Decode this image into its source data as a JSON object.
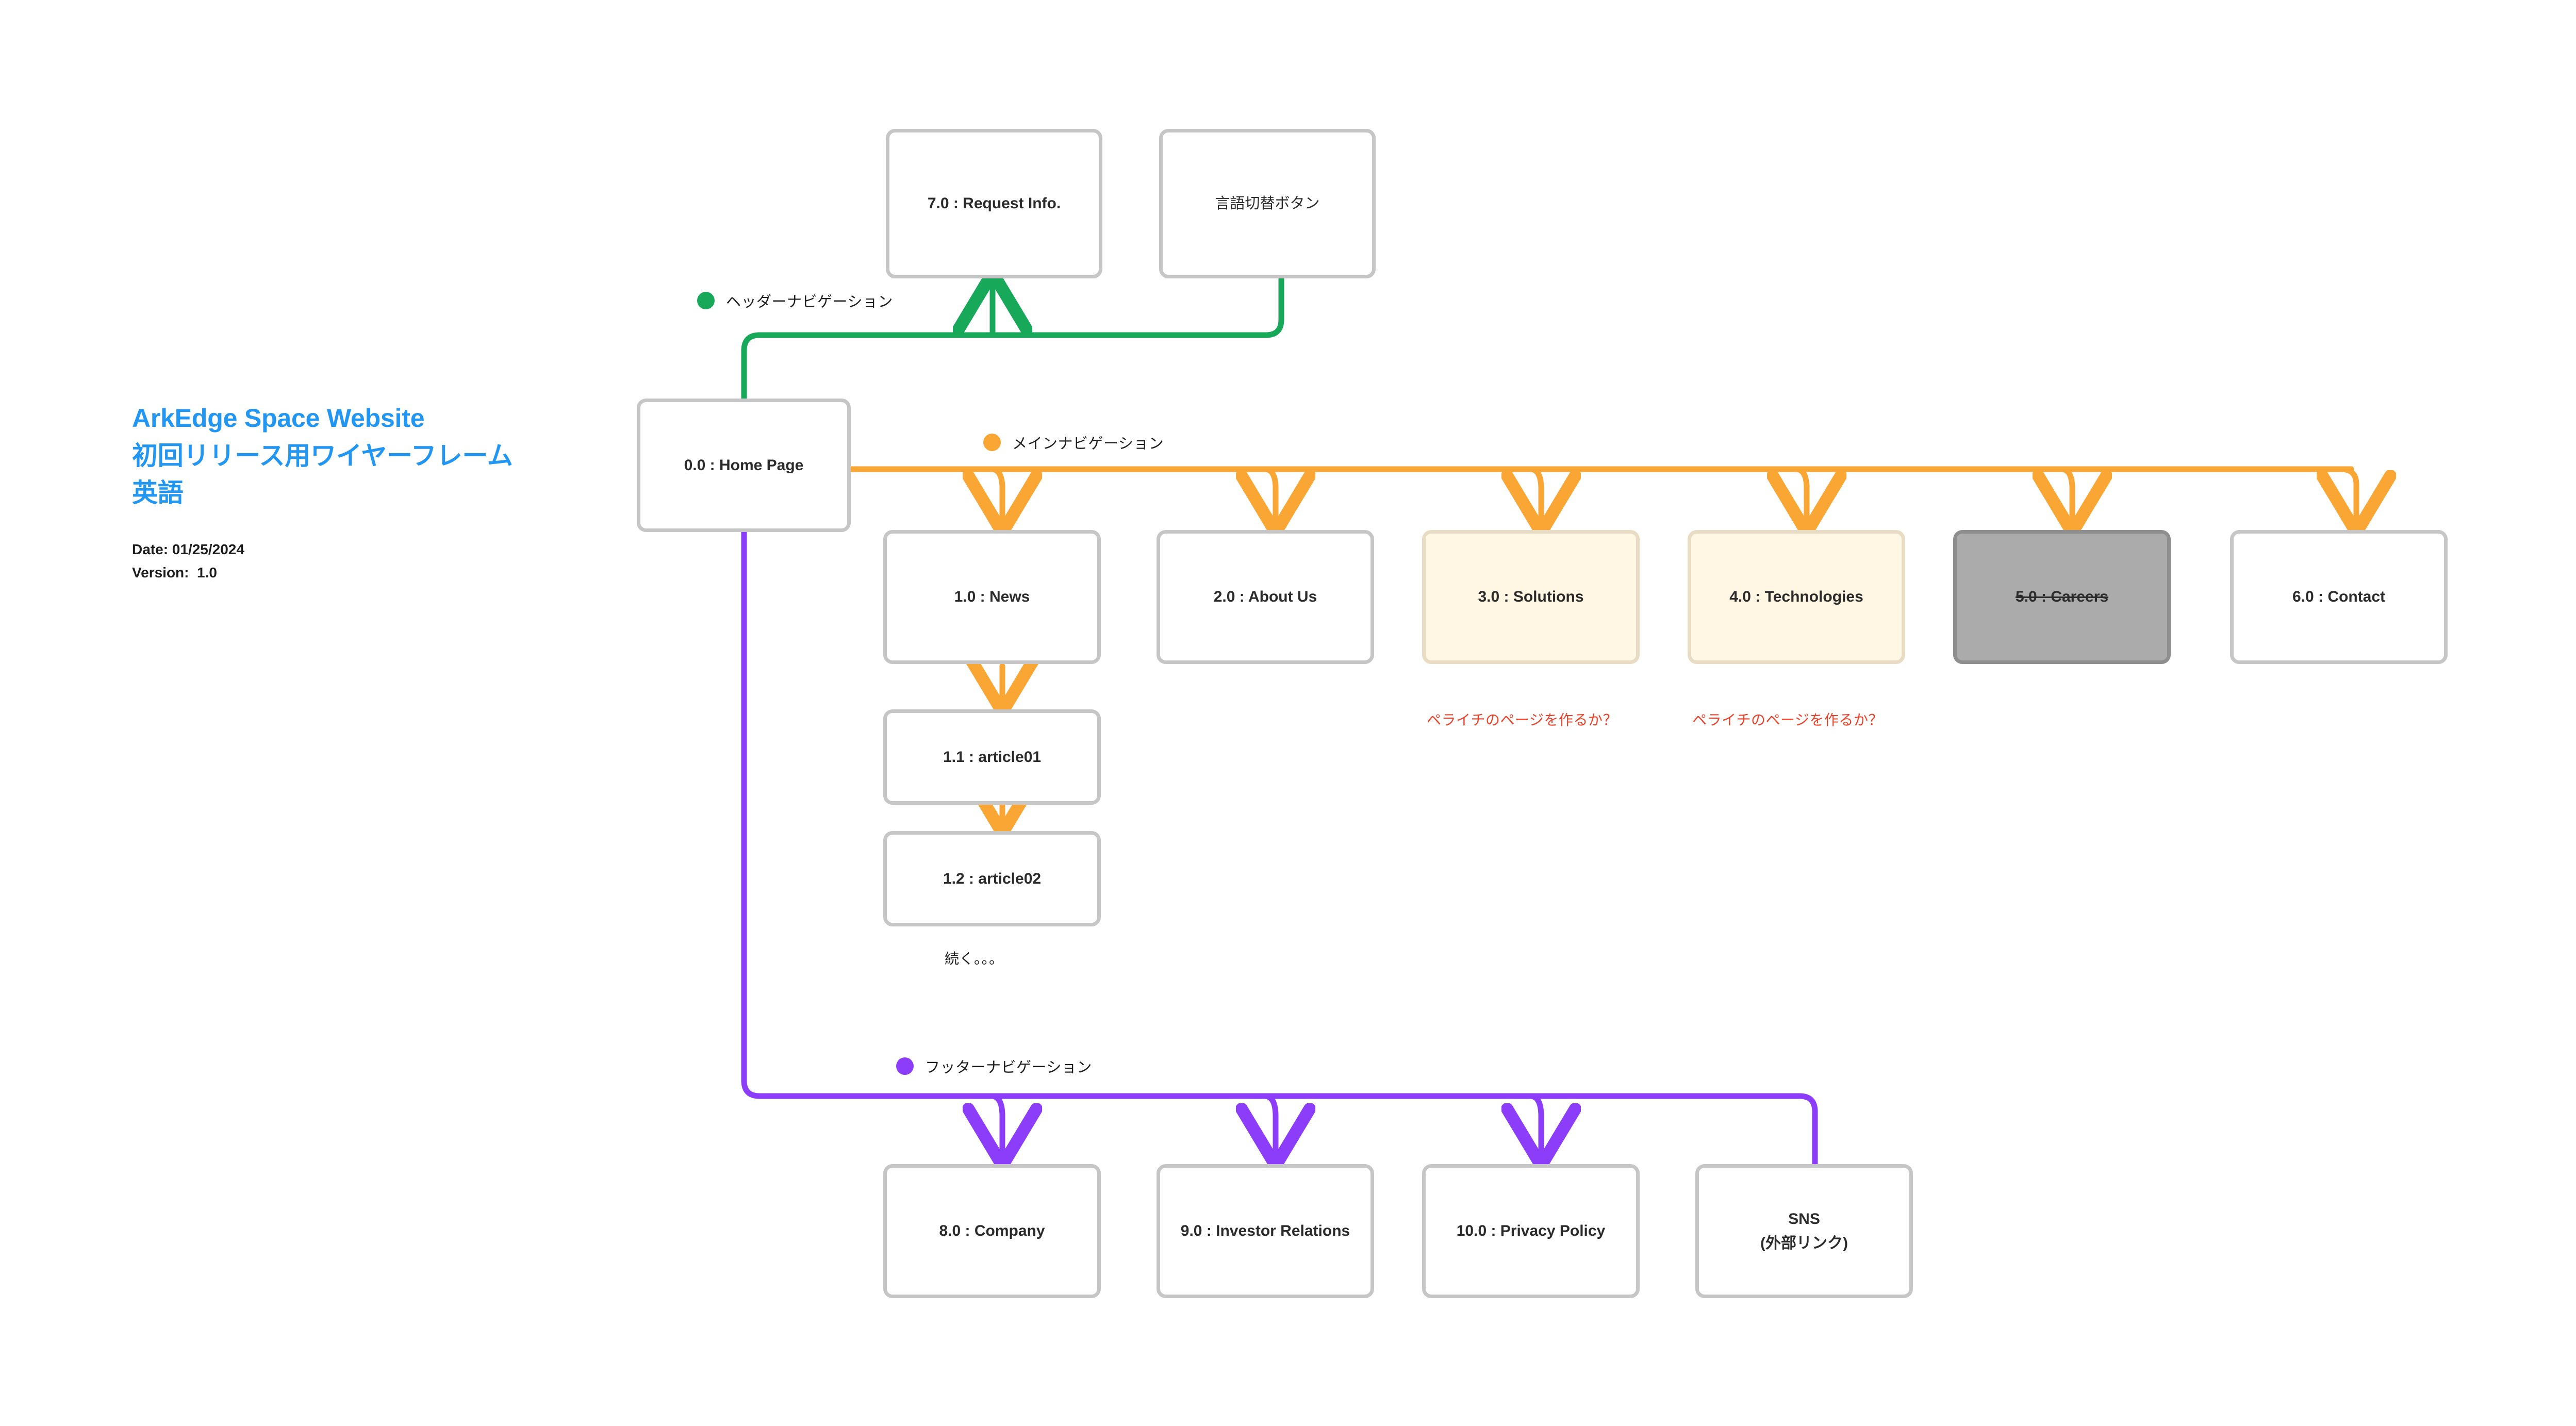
{
  "document": {
    "title_lines": [
      "ArkEdge Space Website",
      "初回リリース用ワイヤーフレーム",
      "英語"
    ],
    "date_label": "Date: 01/25/2024",
    "version_label": "Version:  1.0",
    "title_color": "#2196F3"
  },
  "legends": [
    {
      "id": "header-nav",
      "label": "ヘッダーナビゲーション",
      "color": "#17A85A"
    },
    {
      "id": "main-nav",
      "label": "メインナビゲーション",
      "color": "#FAA634"
    },
    {
      "id": "footer-nav",
      "label": "フッターナビゲーション",
      "color": "#8B3DFA"
    }
  ],
  "nodes": {
    "home": {
      "label": "0.0 : Home Page"
    },
    "request_info": {
      "label": "7.0 : Request Info."
    },
    "language_toggle": {
      "label": "言語切替ボタン"
    },
    "news": {
      "label": "1.0 : News"
    },
    "about_us": {
      "label": "2.0 : About Us"
    },
    "solutions": {
      "label": "3.0 : Solutions"
    },
    "technologies": {
      "label": "4.0 : Technologies"
    },
    "careers": {
      "label": "5.0 : Careers"
    },
    "contact": {
      "label": "6.0 : Contact"
    },
    "article01": {
      "label": "1.1 : article01"
    },
    "article02": {
      "label": "1.2 : article02"
    },
    "company": {
      "label": "8.0 : Company"
    },
    "investor": {
      "label": "9.0 : Investor Relations"
    },
    "privacy": {
      "label": "10.0 : Privacy Policy"
    },
    "sns_line1": {
      "label": "SNS"
    },
    "sns_line2": {
      "label": "(外部リンク)"
    }
  },
  "annotations": {
    "continue": "続く。。。",
    "solutions_note": "ペライチのページを作るか？",
    "technologies_note": "ペライチのページを作るか？"
  },
  "colors": {
    "header_nav": "#17A85A",
    "main_nav": "#FAA634",
    "footer_nav": "#8B3DFA",
    "node_border": "#c6c6c6",
    "cream_fill": "#FFF6E4",
    "cream_border": "#E8DDC4",
    "disabled_fill": "#ABABAB",
    "disabled_border": "#8E8E8E",
    "annotation_red": "#E8432A",
    "title_blue": "#2196F3"
  }
}
